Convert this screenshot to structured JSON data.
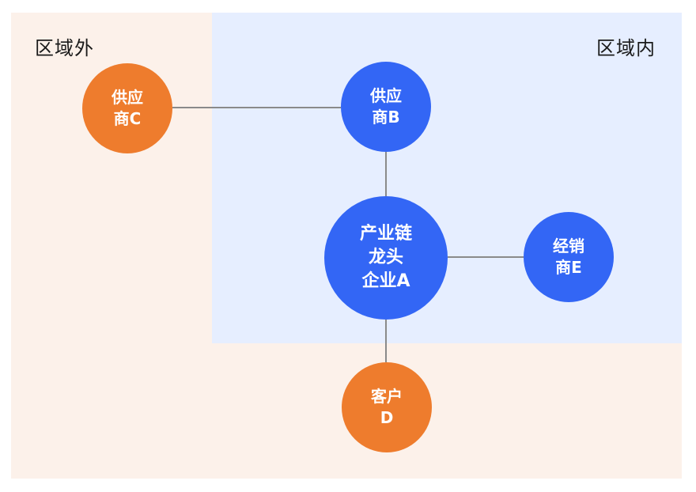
{
  "regions": {
    "outer_label": "区域外",
    "inner_label": "区域内"
  },
  "nodes": {
    "core": "产业链\n龙头\n企业A",
    "supplier_b": "供应\n商B",
    "supplier_c": "供应\n商C",
    "distributor_e": "经销\n商E",
    "customer_d": "客户\nD"
  },
  "colors": {
    "outer_region": "#fcf1ea",
    "inner_region": "#e6eeff",
    "inside_node": "#3366f5",
    "outside_node": "#ee7c2d",
    "edge": "#8a8a8a"
  }
}
